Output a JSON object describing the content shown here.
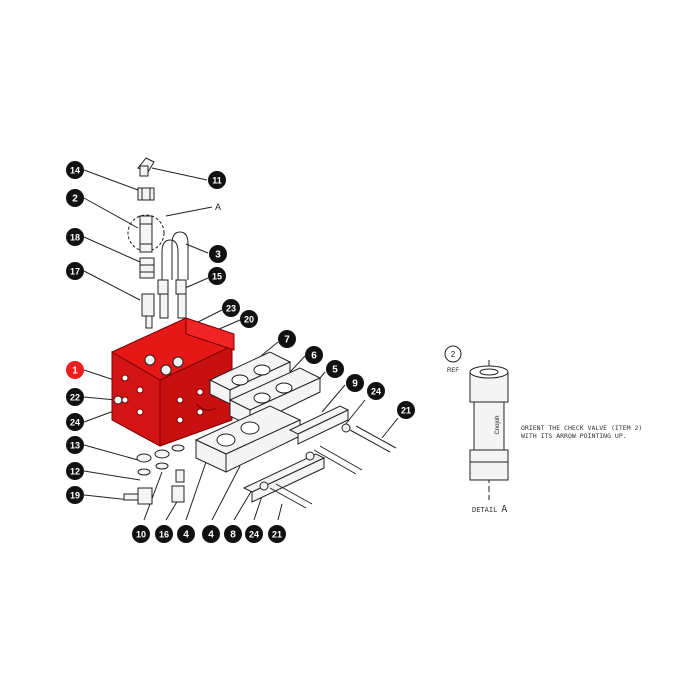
{
  "callouts": [
    {
      "id": "c14",
      "label": "14"
    },
    {
      "id": "c2",
      "label": "2"
    },
    {
      "id": "c18",
      "label": "18"
    },
    {
      "id": "c17",
      "label": "17"
    },
    {
      "id": "c1",
      "label": "1",
      "highlight": true
    },
    {
      "id": "c22",
      "label": "22"
    },
    {
      "id": "c24a",
      "label": "24"
    },
    {
      "id": "c13",
      "label": "13"
    },
    {
      "id": "c12",
      "label": "12"
    },
    {
      "id": "c19",
      "label": "19"
    },
    {
      "id": "c10",
      "label": "10"
    },
    {
      "id": "c16",
      "label": "16"
    },
    {
      "id": "c4a",
      "label": "4"
    },
    {
      "id": "c4b",
      "label": "4"
    },
    {
      "id": "c8",
      "label": "8"
    },
    {
      "id": "c24b",
      "label": "24"
    },
    {
      "id": "c21a",
      "label": "21"
    },
    {
      "id": "c11",
      "label": "11"
    },
    {
      "id": "c3",
      "label": "3"
    },
    {
      "id": "c15",
      "label": "15"
    },
    {
      "id": "c23",
      "label": "23"
    },
    {
      "id": "c20",
      "label": "20"
    },
    {
      "id": "c7",
      "label": "7"
    },
    {
      "id": "c6",
      "label": "6"
    },
    {
      "id": "c5",
      "label": "5"
    },
    {
      "id": "c9",
      "label": "9"
    },
    {
      "id": "c24c",
      "label": "24"
    },
    {
      "id": "c21b",
      "label": "21"
    }
  ],
  "detail_marker": "A",
  "detail": {
    "ref_number": "2",
    "ref_text": "REF",
    "note_line1": "ORIENT THE CHECK VALVE (ITEM 2)",
    "note_line2": "WITH ITS ARROW POINTING UP.",
    "caption_prefix": "DETAIL",
    "caption_letter": "A",
    "valve_brand": "Cnojoh"
  },
  "colors": {
    "highlight": "#ee1c1c",
    "bracket": "#e51717",
    "balloon": "#111111",
    "line": "#222222"
  }
}
